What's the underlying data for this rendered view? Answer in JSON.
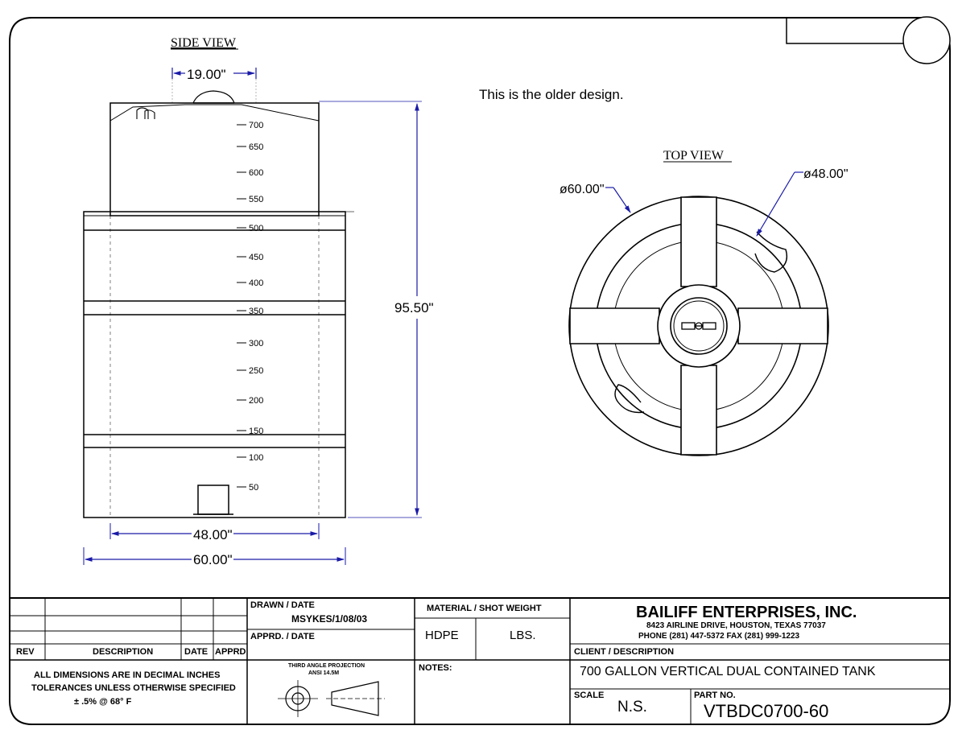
{
  "views": {
    "side_title": "SIDE VIEW",
    "top_title": "TOP VIEW",
    "note": "This is the older design."
  },
  "side_view": {
    "dim_top": "19.00\"",
    "dim_height": "95.50\"",
    "dim_inner": "48.00\"",
    "dim_outer": "60.00\"",
    "gallon_marks": [
      "700",
      "650",
      "600",
      "550",
      "500",
      "450",
      "400",
      "350",
      "300",
      "250",
      "200",
      "150",
      "100",
      "50"
    ]
  },
  "top_view": {
    "dia_outer": "ø60.00\"",
    "dia_inner": "ø48.00\""
  },
  "title_block": {
    "rev_header": "REV",
    "desc_header": "DESCRIPTION",
    "date_header": "DATE",
    "apprd_header": "APPRD",
    "drawn_label": "DRAWN / DATE",
    "drawn_value": "MSYKES/1/08/03",
    "apprd_label": "APPRD. / DATE",
    "tolerance_line1": "ALL DIMENSIONS ARE IN DECIMAL INCHES",
    "tolerance_line2": "TOLERANCES UNLESS OTHERWISE SPECIFIED",
    "tolerance_line3": "±  .5% @ 68° F",
    "projection_line1": "THIRD ANGLE PROJECTION",
    "projection_line2": "ANSI 14.5M",
    "material_label": "MATERIAL / SHOT WEIGHT",
    "material_value": "HDPE",
    "weight_value": "LBS.",
    "notes_label": "NOTES:",
    "company": "BAILIFF ENTERPRISES, INC.",
    "address": "8423 AIRLINE DRIVE, HOUSTON, TEXAS  77037",
    "phone": "PHONE  (281) 447-5372    FAX   (281) 999-1223",
    "client_label": "CLIENT / DESCRIPTION",
    "description": "700 GALLON VERTICAL DUAL CONTAINED TANK",
    "scale_label": "SCALE",
    "scale_value": "N.S.",
    "part_label": "PART NO.",
    "part_value": "VTBDC0700-60"
  },
  "colors": {
    "line": "#000000",
    "dimension": "#1a1aa8",
    "paper": "#ffffff"
  }
}
